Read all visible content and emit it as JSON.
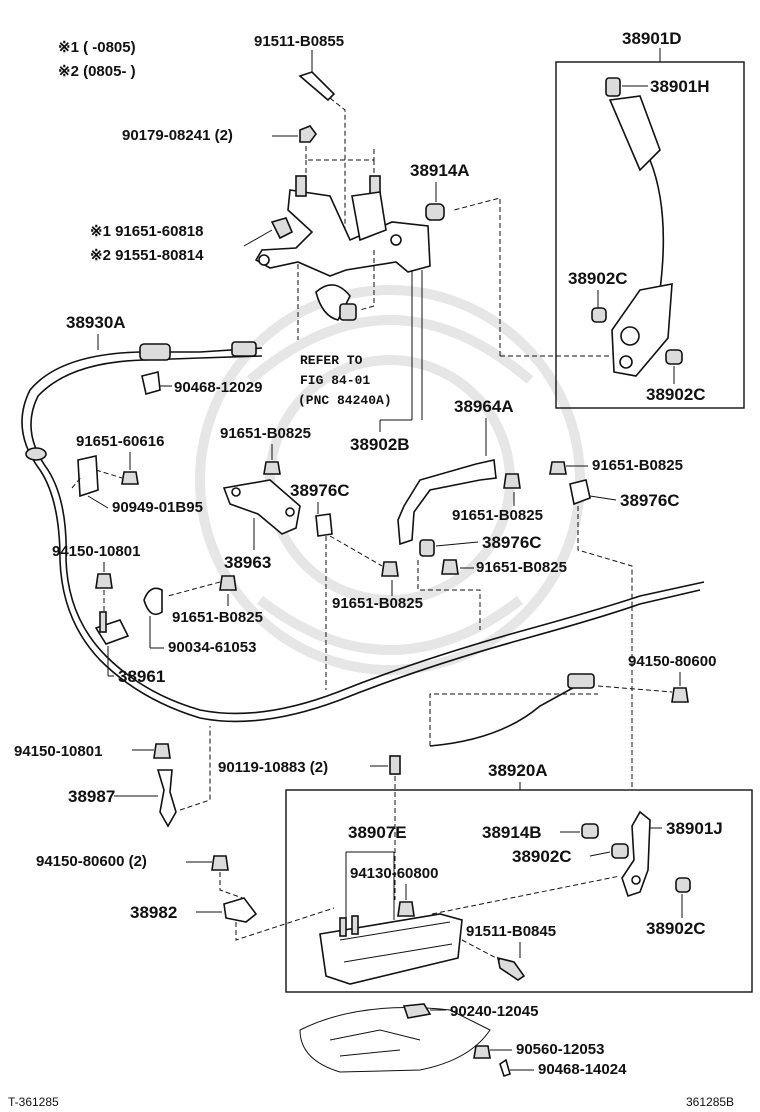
{
  "header_notes": {
    "note1": "※1 (        -0805)",
    "note2": "※2 (0805-        )"
  },
  "refer": {
    "line1": "REFER TO",
    "line2": "FIG 84-01",
    "line3": "(PNC 84240A)"
  },
  "footer": {
    "left": "T-361285",
    "right": "361285B"
  },
  "labels": {
    "p91511_b0855": "91511-B0855",
    "p90179_08241": "90179-08241 (2)",
    "p38914a": "38914A",
    "p91651_60818": "※1 91651-60818",
    "p91551_80814": "※2 91551-80814",
    "p38930a": "38930A",
    "p90468_12029": "90468-12029",
    "p38902b": "38902B",
    "p38964a": "38964A",
    "p91651_60616": "91651-60616",
    "p91651_b0825_a": "91651-B0825",
    "p90949_01b95": "90949-01B95",
    "p38976c_a": "38976C",
    "p38963": "38963",
    "p91651_b0825_b": "91651-B0825",
    "p91651_b0825_c": "91651-B0825",
    "p38976c_b": "38976C",
    "p38976c_c": "38976C",
    "p91651_b0825_d": "91651-B0825",
    "p94150_10801_a": "94150-10801",
    "p91651_b0825_e": "91651-B0825",
    "p91651_b0825_f": "91651-B0825",
    "p90034_61053": "90034-61053",
    "p38961": "38961",
    "p94150_80600_a": "94150-80600",
    "p94150_10801_b": "94150-10801",
    "p90119_10883": "90119-10883 (2)",
    "p38920a": "38920A",
    "p38987": "38987",
    "p38907e": "38907E",
    "p38914b": "38914B",
    "p38901j": "38901J",
    "p38902c_c": "38902C",
    "p94150_80600_b": "94150-80600 (2)",
    "p94130_60800": "94130-60800",
    "p38982": "38982",
    "p91511_b0845": "91511-B0845",
    "p38902c_d": "38902C",
    "p90240_12045": "90240-12045",
    "p90560_12053": "90560-12053",
    "p90468_14024": "90468-14024",
    "p38901d": "38901D",
    "p38901h": "38901H",
    "p38902c_a": "38902C",
    "p38902c_b": "38902C"
  }
}
